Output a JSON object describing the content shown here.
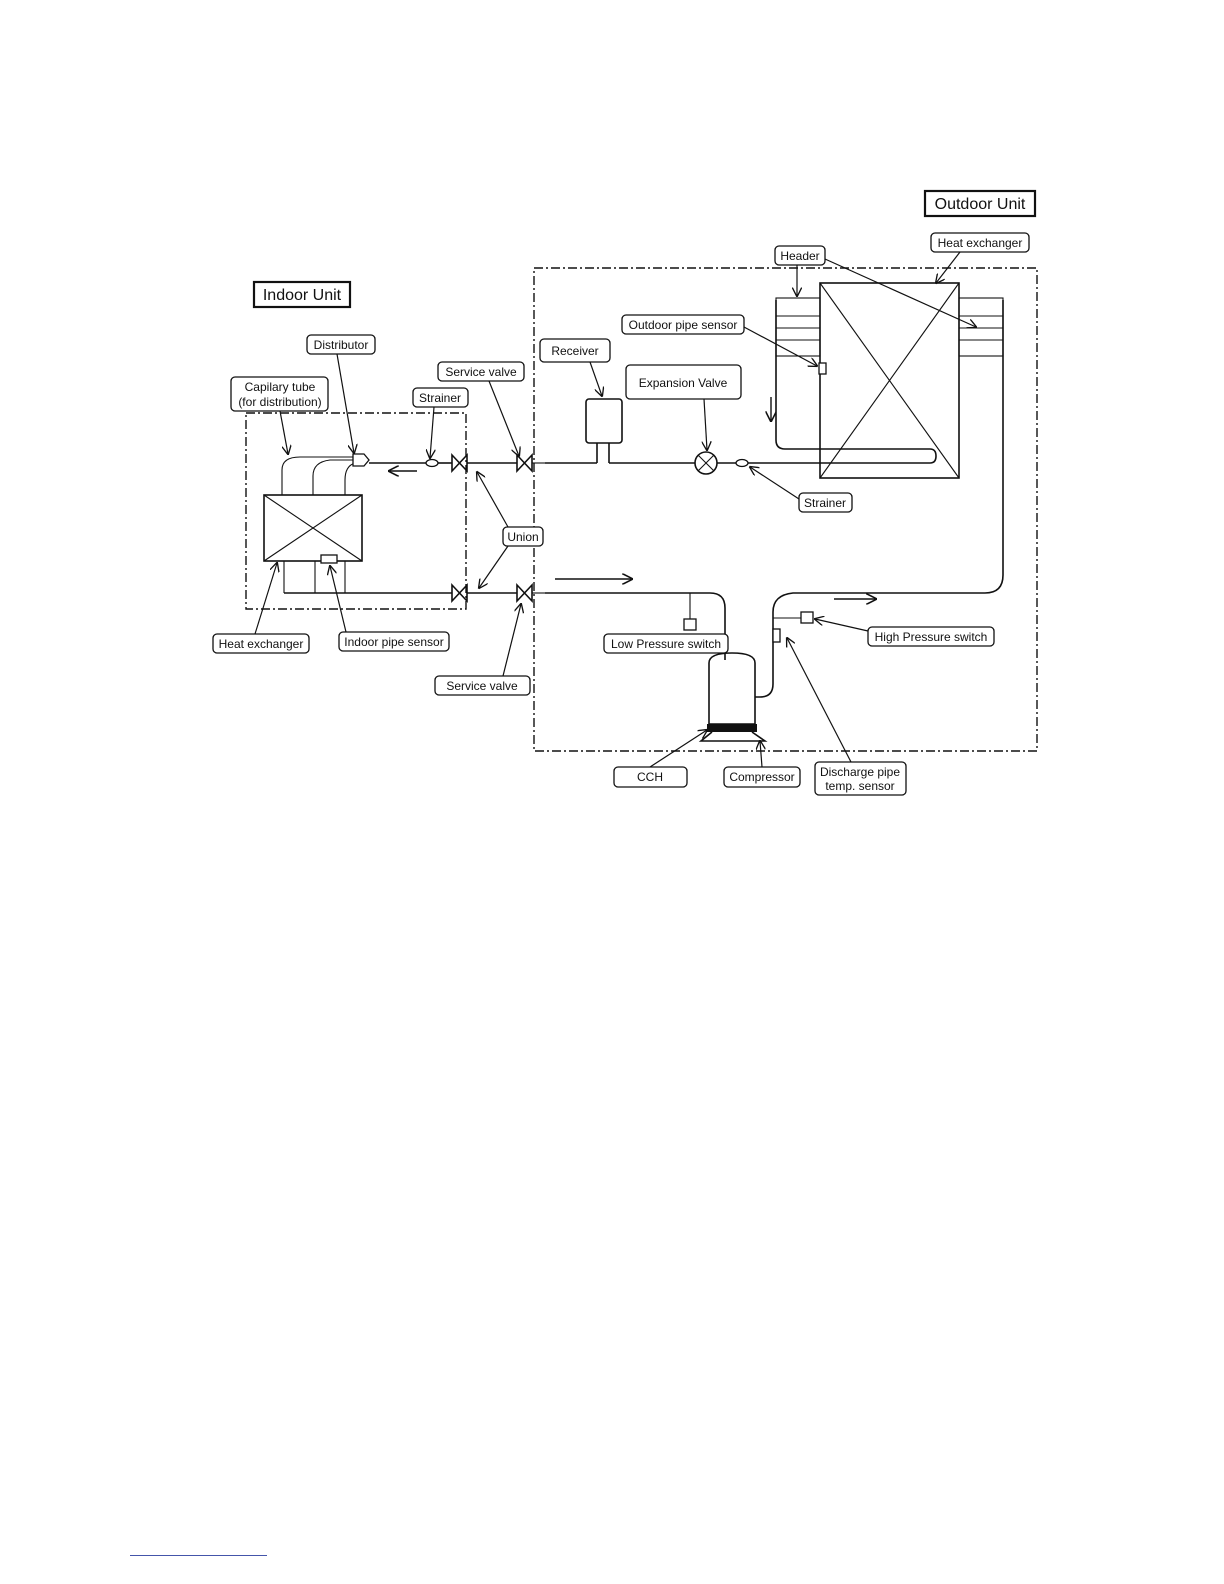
{
  "titles": {
    "indoor_unit": "Indoor Unit",
    "outdoor_unit": "Outdoor Unit"
  },
  "labels": {
    "distributor": "Distributor",
    "capillary_line1": "Capilary tube",
    "capillary_line2": "(for distribution)",
    "strainer_indoor": "Strainer",
    "service_valve_top": "Service valve",
    "receiver": "Receiver",
    "expansion_valve": "Expansion  Valve",
    "outdoor_pipe_sensor": "Outdoor pipe sensor",
    "header": "Header",
    "heat_exchanger_outdoor": "Heat exchanger",
    "strainer_outdoor": "Strainer",
    "union": "Union",
    "heat_exchanger_indoor": "Heat exchanger",
    "indoor_pipe_sensor": "Indoor pipe sensor",
    "service_valve_bottom": "Service valve",
    "low_pressure_switch": "Low Pressure switch",
    "high_pressure_switch": "High Pressure switch",
    "cch": "CCH",
    "compressor": "Compressor",
    "discharge_line1": "Discharge pipe",
    "discharge_line2": "temp. sensor"
  }
}
